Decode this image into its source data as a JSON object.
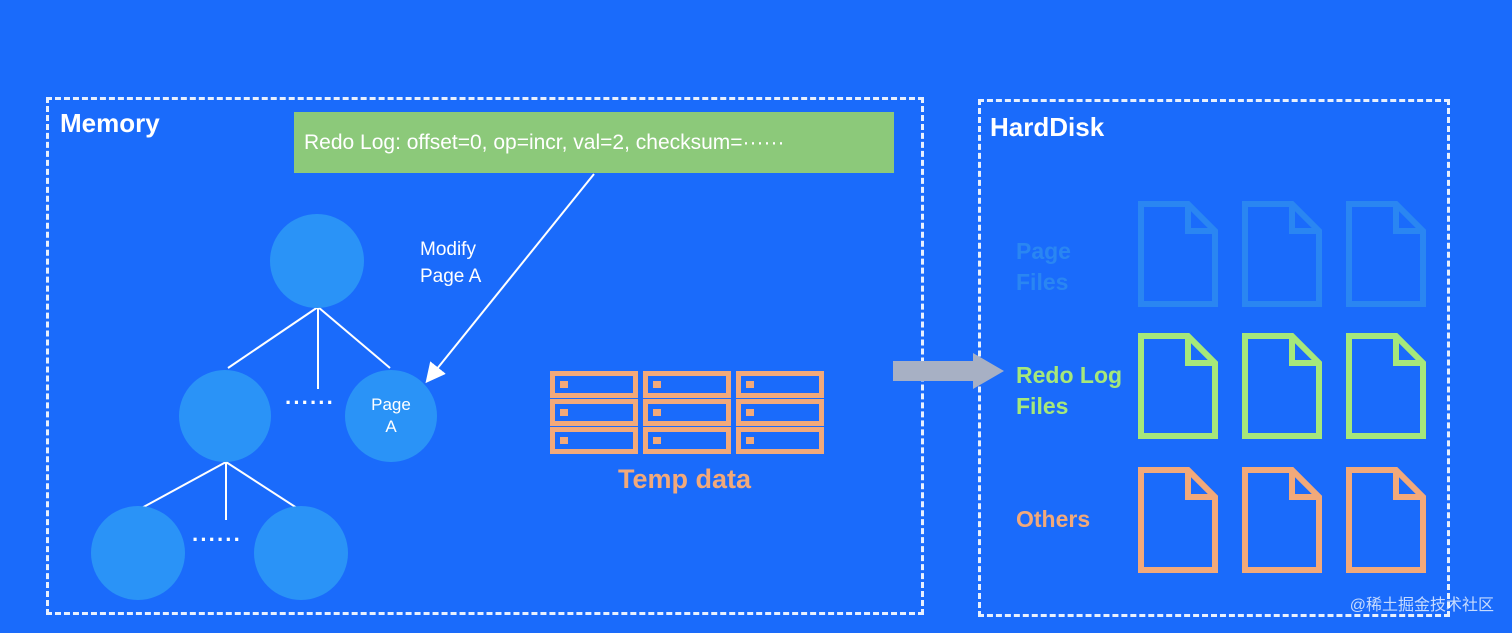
{
  "memory": {
    "title": "Memory",
    "redo_log_record": "Redo Log: offset=0, op=incr, val=2, checksum=······",
    "modify_label_line1": "Modify",
    "modify_label_line2": "Page A",
    "page_a_line1": "Page",
    "page_a_line2": "A",
    "ellipsis": "······",
    "temp_data_label": "Temp data"
  },
  "harddisk": {
    "title": "HardDisk",
    "page_files_line1": "Page",
    "page_files_line2": "Files",
    "redo_log_files_line1": "Redo Log",
    "redo_log_files_line2": "Files",
    "others_label": "Others"
  },
  "colors": {
    "background": "#1a6bfb",
    "node": "#2a93f7",
    "redo_log_bar": "#8cc97a",
    "page_files": "#2a86f2",
    "redo_log_files": "#a6e87a",
    "others_files": "#f2a97a",
    "flush_arrow": "#a7b0c4"
  },
  "watermark": "@稀土掘金技术社区"
}
